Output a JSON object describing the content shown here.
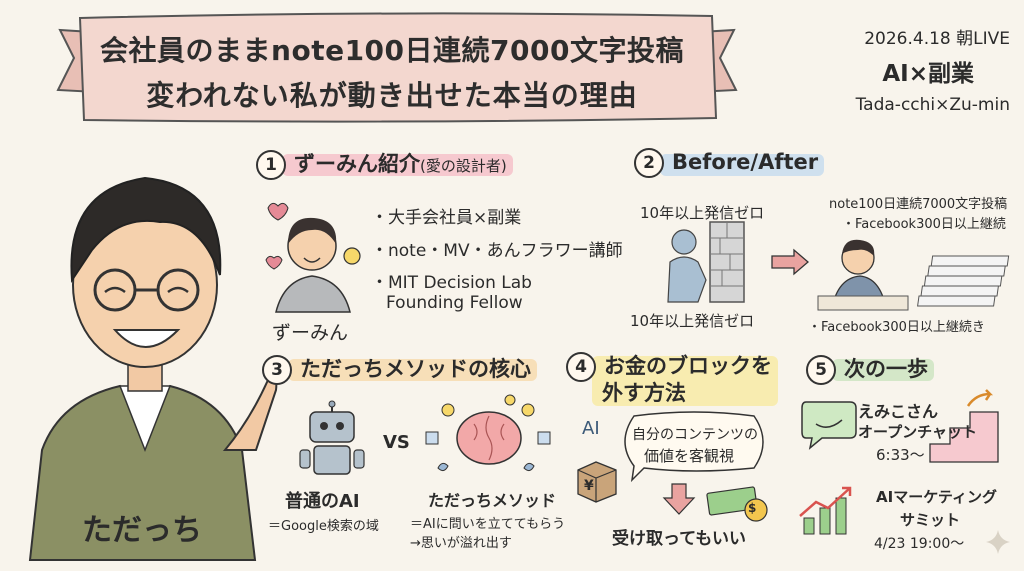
{
  "banner": {
    "line1": "会社員のままnote100日連続7000文字投稿",
    "line2": "変われない私が動き出せた本当の理由"
  },
  "event": {
    "date": "2026.4.18 朝LIVE",
    "theme": "AI×副業",
    "hosts": "Tada-cchi×Zu-min"
  },
  "host": {
    "name": "ただっち"
  },
  "s1": {
    "number": "1",
    "title": "ずーみん紹介",
    "subtitle": "(愛の設計者)",
    "bullets": [
      "・大手会社員×副業",
      "・note・MV・あんフラワー講師",
      "・MIT Decision Lab",
      "Founding Fellow"
    ],
    "person_name": "ずーみん"
  },
  "s2": {
    "number": "2",
    "title": "Before/After",
    "before_top": "10年以上発信ゼロ",
    "before_bottom": "10年以上発信ゼロ",
    "after_line1": "note100日連続7000文字投稿",
    "after_line2": "・Facebook300日以上継続",
    "after_bottom": "・Facebook300日以上継続き"
  },
  "s3": {
    "number": "3",
    "title": "ただっちメソッドの核心",
    "vs": "VS",
    "left_label": "普通のAI",
    "left_desc": "＝Google検索の域",
    "right_label": "ただっちメソッド",
    "right_desc1": "＝AIに問いを立ててもらう",
    "right_desc2": "→思いが溢れ出す"
  },
  "s4": {
    "number": "4",
    "title_line1": "お金のブロックを",
    "title_line2": "外す方法",
    "ai_label": "AI",
    "bubble_line1": "自分のコンテンツの",
    "bubble_line2": "価値を客観視",
    "box_symbol": "¥",
    "coin_symbol": "$",
    "result": "受け取ってもいい"
  },
  "s5": {
    "number": "5",
    "title": "次の一歩",
    "item1_line1": "えみこさん",
    "item1_line2": "オープンチャット",
    "item1_time": "6:33〜",
    "item2_line1": "AIマーケティング",
    "item2_line2": "サミット",
    "item2_time": "4/23 19:00〜"
  },
  "colors": {
    "background": "#f8f4ec",
    "banner": "#f3d7cf",
    "s1_highlight": "#f6c9cf",
    "s2_highlight": "#cfe0ee",
    "s3_highlight": "#f7dfb8",
    "s4_highlight": "#f8ecb0",
    "s5_highlight": "#d4e7c8",
    "arrow": "#e9a3a0"
  }
}
